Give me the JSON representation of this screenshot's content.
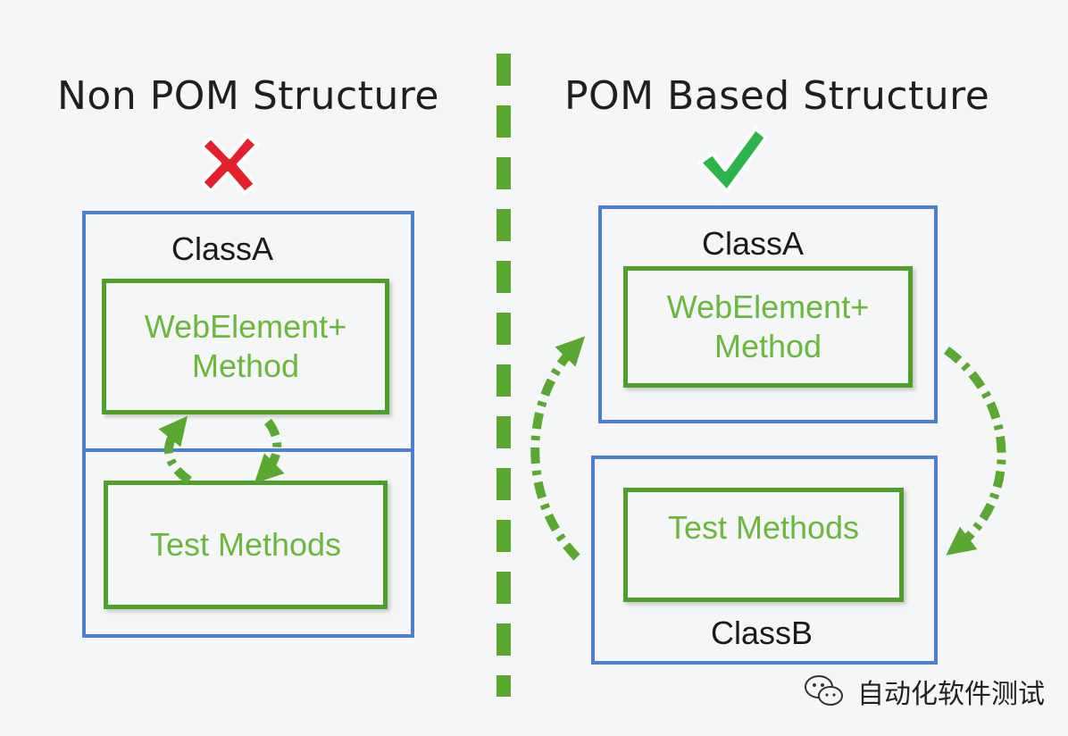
{
  "left": {
    "heading": "Non POM Structure",
    "class_label": "ClassA",
    "box_top": "WebElement+\nMethod",
    "box_bottom": "Test Methods"
  },
  "right": {
    "heading": "POM Based Structure",
    "class_a_label": "ClassA",
    "box_top": "WebElement+\nMethod",
    "box_bottom": "Test Methods",
    "class_b_label": "ClassB"
  },
  "watermark": {
    "text": "自动化软件测试"
  },
  "colors": {
    "blue": "#4a7fd4",
    "green": "#4fa02a",
    "green_text": "#6ab83d",
    "cross": "#e3202c",
    "check": "#2cb34a"
  },
  "icons": {
    "cross": "cross-icon",
    "check": "check-icon",
    "watermark": "wechat-icon"
  }
}
